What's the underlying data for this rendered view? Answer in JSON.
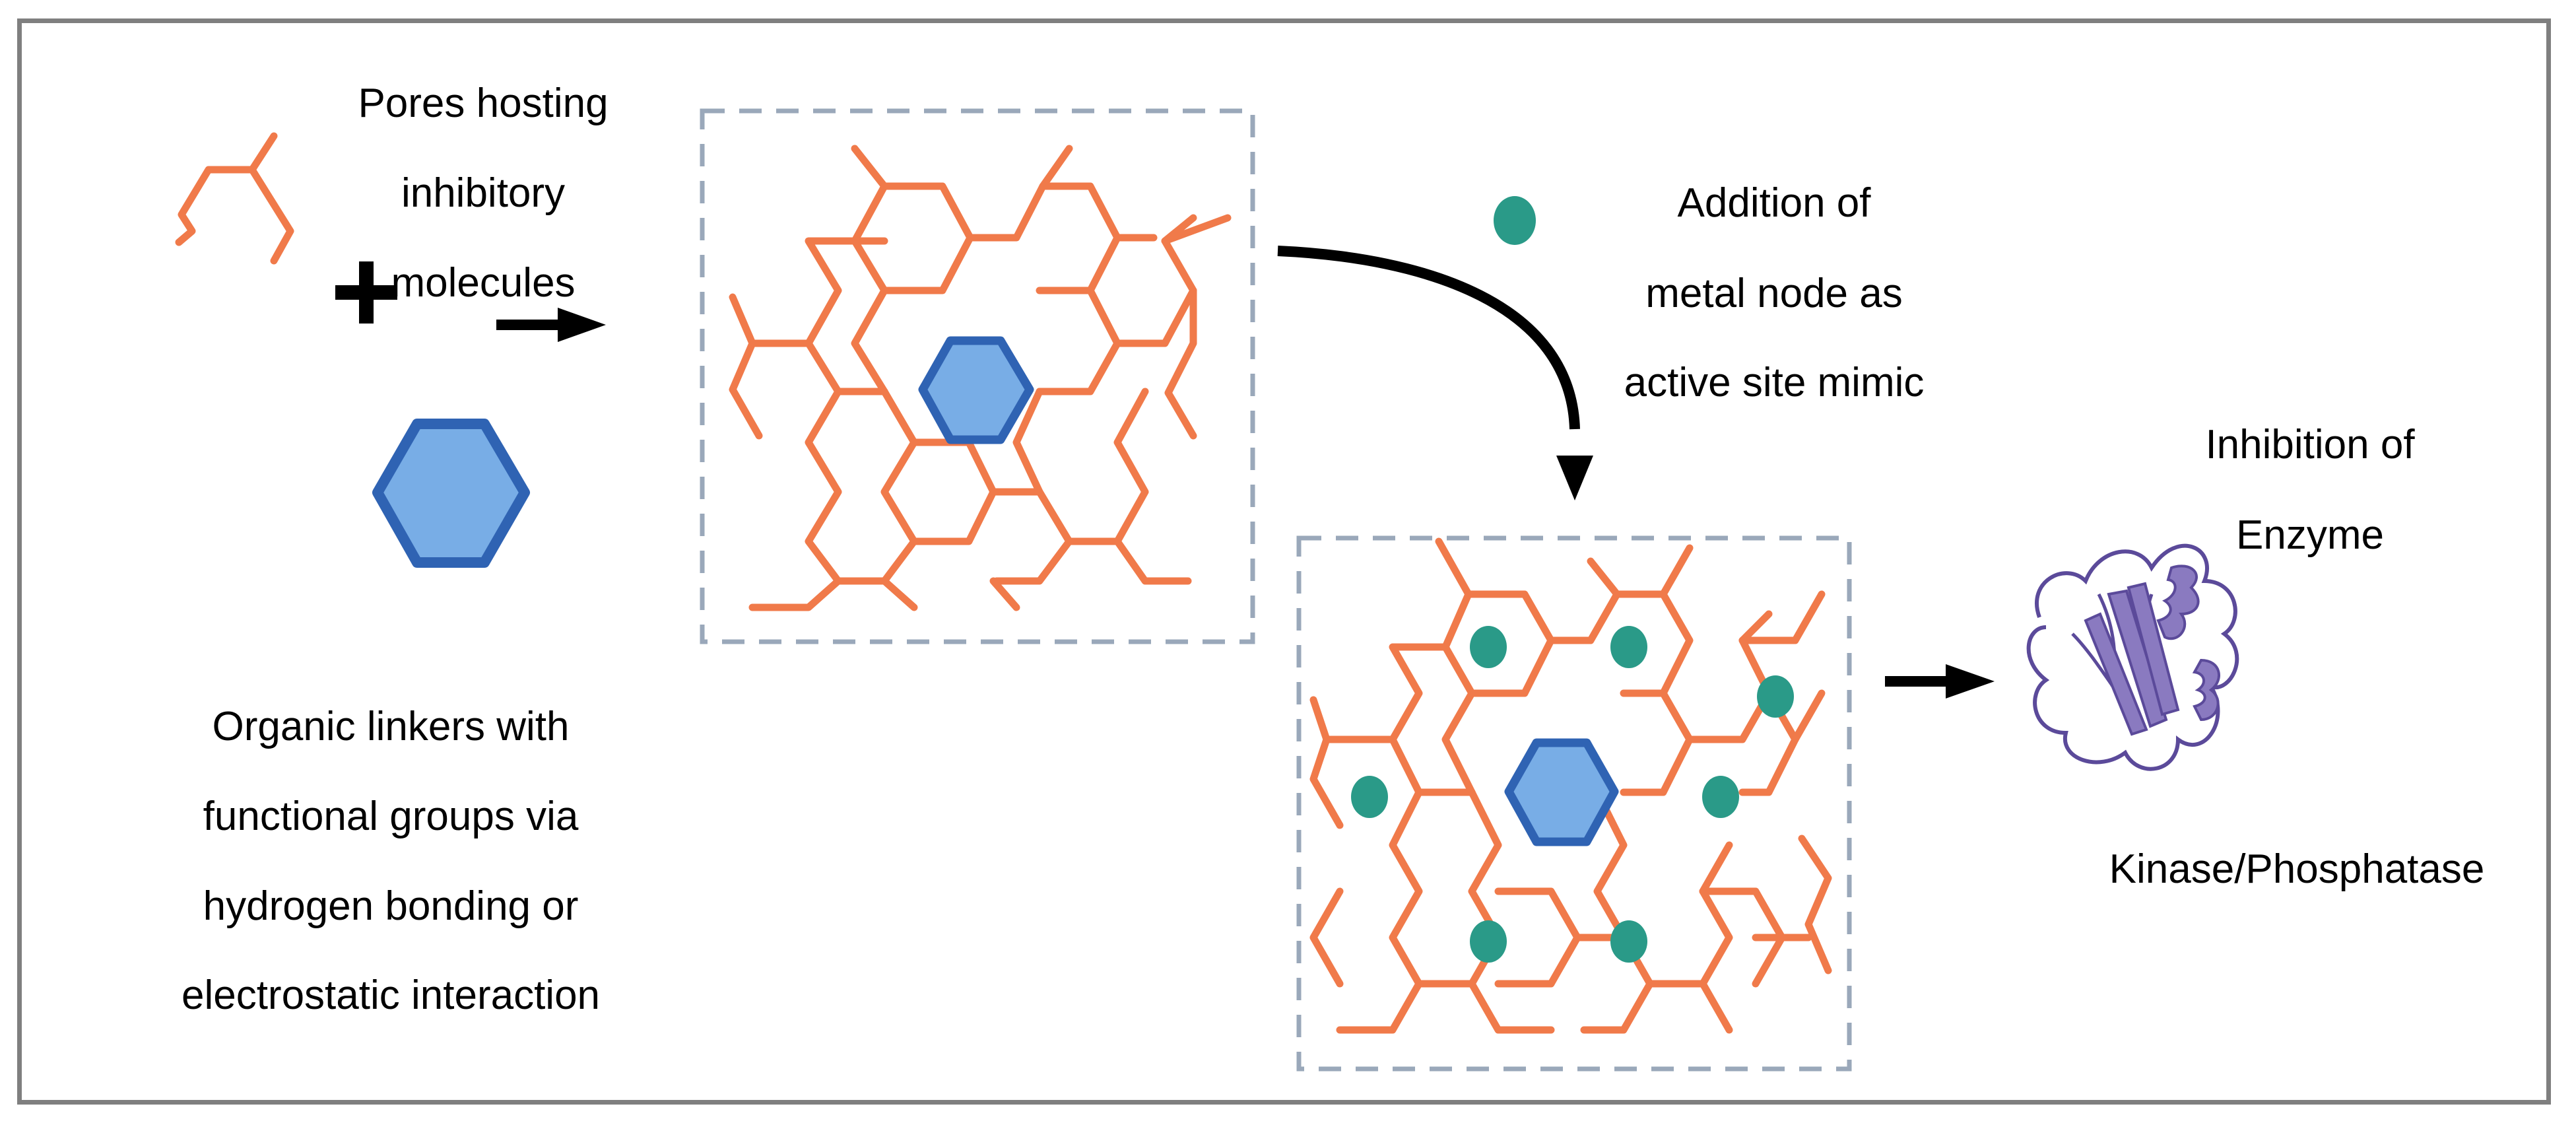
{
  "labels": {
    "pores_line1": "Pores hosting",
    "pores_line2": "inhibitory",
    "pores_line3": "molecules",
    "addition_line1": "Addition of",
    "addition_line2": "metal node as",
    "addition_line3": "active site mimic",
    "inhibition_line1": "Inhibition of",
    "inhibition_line2": "Enzyme",
    "organic_line1": "Organic linkers with",
    "organic_line2": "functional groups via",
    "organic_line3": "hydrogen bonding or",
    "organic_line4": "electrostatic interaction",
    "kinase": "Kinase/Phosphatase"
  },
  "colors": {
    "linker": "#f07a4a",
    "hexagon_fill": "#78ade6",
    "hexagon_stroke": "#2f63b3",
    "metal_node": "#2a9a88",
    "enzyme": "#8a7ac0",
    "enzyme_stroke": "#5b4a9a",
    "arrow": "#000000",
    "dashed_box": "#9aa8ba",
    "frame": "#7f7f7f"
  },
  "icons": {
    "plus": "plus-icon",
    "arrow": "arrow-right-icon",
    "curved_arrow": "curved-arrow-icon",
    "enzyme": "protein-ribbon-icon",
    "hexagon": "inhibitor-hexagon-icon",
    "metal_node": "metal-node-dot-icon"
  }
}
